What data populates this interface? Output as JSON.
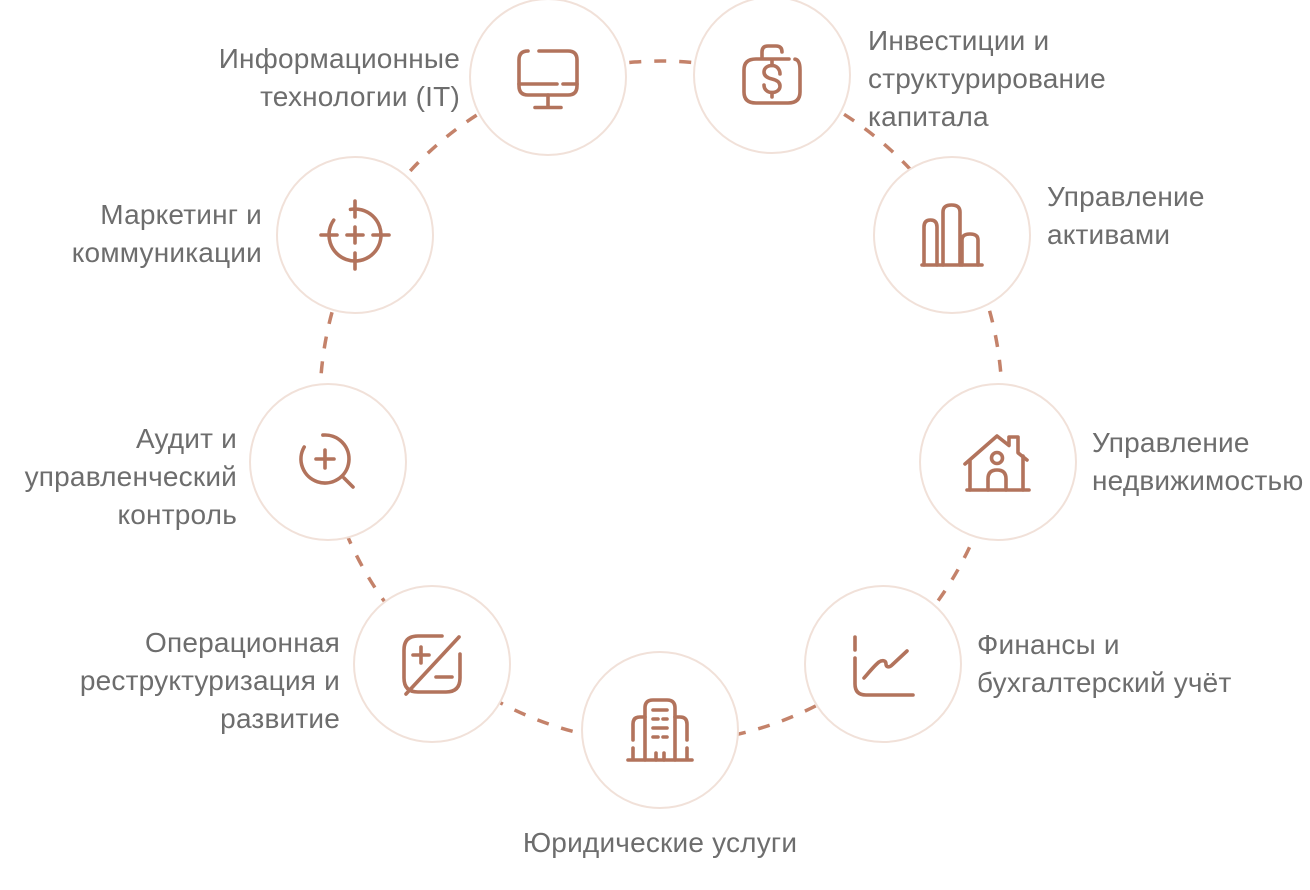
{
  "diagram": {
    "type": "circular-services-diagram",
    "nodes": [
      {
        "id": "information-technology",
        "icon": "monitor-icon",
        "label": "Информационные\nтехнологии (IT)"
      },
      {
        "id": "investments",
        "icon": "briefcase-dollar-icon",
        "label": "Инвестиции и\nструктурирование\nкапитала"
      },
      {
        "id": "asset-management",
        "icon": "bar-chart-icon",
        "label": "Управление\nактивами"
      },
      {
        "id": "real-estate",
        "icon": "house-person-icon",
        "label": "Управление\nнедвижимостью"
      },
      {
        "id": "finance",
        "icon": "line-chart-icon",
        "label": "Финансы и\nбухгалтерский учёт"
      },
      {
        "id": "legal",
        "icon": "office-building-icon",
        "label": "Юридические услуги"
      },
      {
        "id": "operations",
        "icon": "calculator-icon",
        "label": "Операционная\nреструктуризация и\nразвитие"
      },
      {
        "id": "audit",
        "icon": "magnifier-plus-icon",
        "label": "Аудит и\nуправленческий\nконтроль"
      },
      {
        "id": "marketing",
        "icon": "target-icon",
        "label": "Маркетинг и\nкоммуникации"
      }
    ],
    "colors": {
      "icon_stroke": "#b2735c",
      "circle_border": "#f1e1d9",
      "circle_fill": "#ffffff",
      "connector_dash": "#c4826a",
      "label_text": "#6d6d6d",
      "background": "#ffffff"
    }
  }
}
